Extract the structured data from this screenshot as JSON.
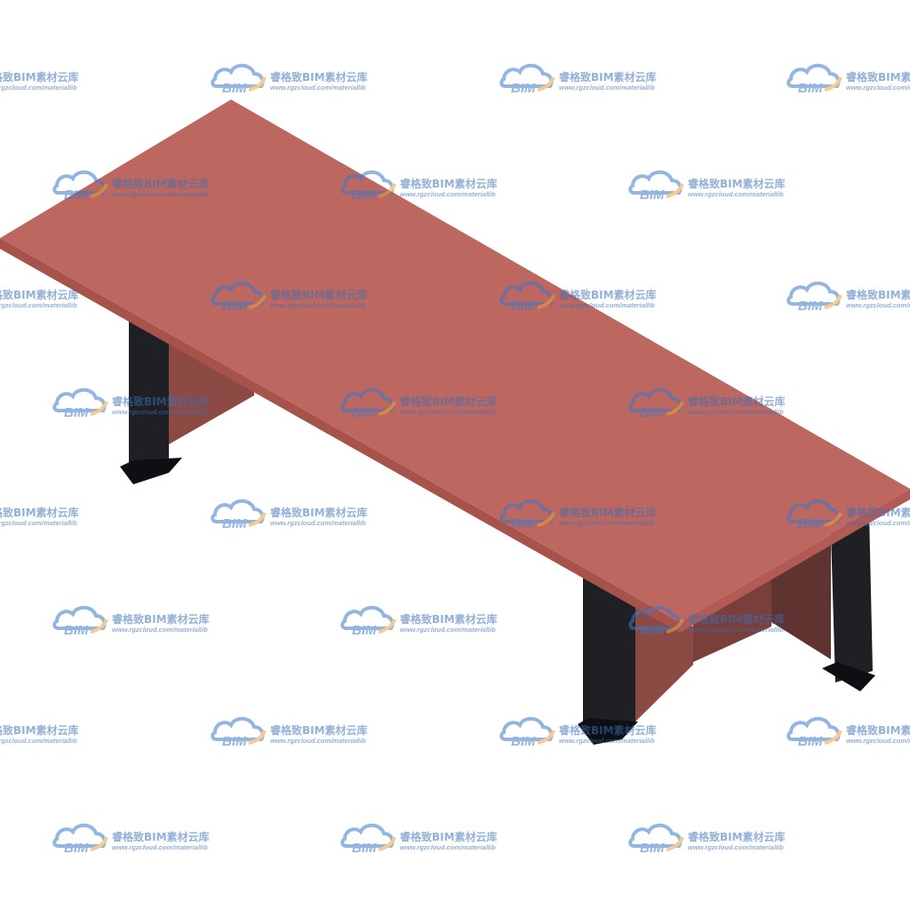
{
  "watermark": {
    "logo_text": "BIM",
    "brand_text": "睿格致BIM素材云库",
    "url_text": "www.rgzcloud.com/materiallib",
    "colors": {
      "cloud": "#3a78c8",
      "swoosh": "#f0a030",
      "text": "#3a6fb8"
    },
    "opacity": 0.55
  },
  "object": {
    "name": "conference-table",
    "colors": {
      "top_surface": "#bd6761",
      "top_edge_front": "#a8524c",
      "top_edge_right": "#b45a54",
      "panel": "#8c4a45",
      "leg": "#1f2024",
      "leg_shadow": "#0e0f12"
    }
  }
}
